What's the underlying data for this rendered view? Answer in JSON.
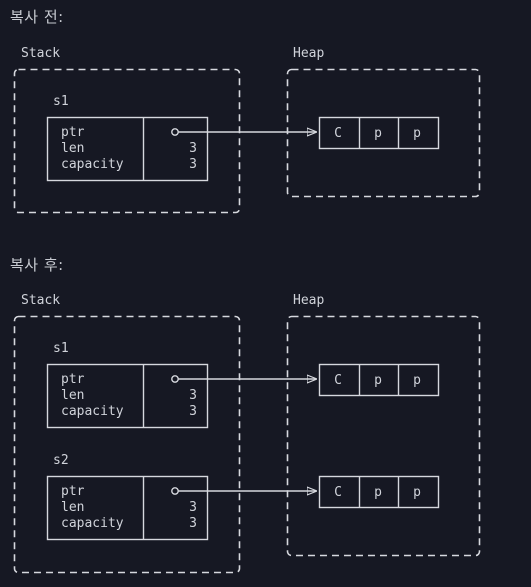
{
  "colors": {
    "background": "#161823",
    "stroke": "#d6d8de",
    "text": "#d0d3da"
  },
  "before": {
    "title": "복사 전:",
    "stack_label": "Stack",
    "heap_label": "Heap",
    "vars": [
      {
        "name": "s1",
        "fields": [
          "ptr",
          "len",
          "capacity"
        ],
        "values": [
          "",
          "3",
          "3"
        ],
        "heap_cells": [
          "C",
          "p",
          "p"
        ]
      }
    ]
  },
  "after": {
    "title": "복사 후:",
    "stack_label": "Stack",
    "heap_label": "Heap",
    "vars": [
      {
        "name": "s1",
        "fields": [
          "ptr",
          "len",
          "capacity"
        ],
        "values": [
          "",
          "3",
          "3"
        ],
        "heap_cells": [
          "C",
          "p",
          "p"
        ]
      },
      {
        "name": "s2",
        "fields": [
          "ptr",
          "len",
          "capacity"
        ],
        "values": [
          "",
          "3",
          "3"
        ],
        "heap_cells": [
          "C",
          "p",
          "p"
        ]
      }
    ]
  }
}
